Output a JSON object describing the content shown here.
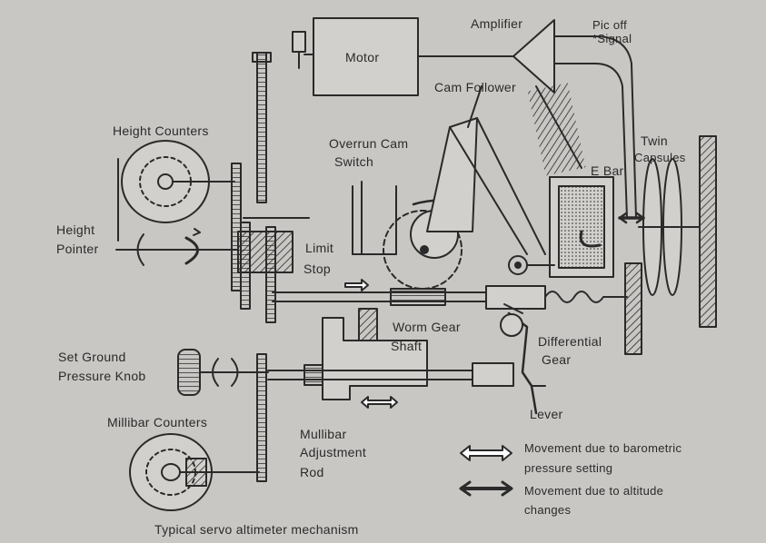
{
  "title": "Typical servo altimeter mechanism",
  "labels": {
    "amplifier": "Amplifier",
    "pickoff_line1": "Pic off",
    "pickoff_line2": "*Signal",
    "motor": "Motor",
    "cam_follower": "Cam Follower",
    "height_counters": "Height Counters",
    "overrun_line1": "Overrun Cam",
    "overrun_line2": "Switch",
    "twin_line1": "Twin",
    "twin_line2": "Capsules",
    "e_bar": "E Bar",
    "height_pointer_line1": "Height",
    "height_pointer_line2": "Pointer",
    "limit_line1": "Limit",
    "limit_line2": "Stop",
    "worm_gear": "Worm Gear",
    "shaft": "Shaft",
    "differential_line1": "Differential",
    "differential_line2": "Gear",
    "set_ground_line1": "Set Ground",
    "set_ground_line2": "Pressure Knob",
    "millibar_counters": "Millibar Counters",
    "lever": "Lever",
    "rod_line1": "Mullibar",
    "rod_line2": "Adjustment",
    "rod_line3": "Rod"
  },
  "legend": {
    "barometric_line1": "Movement due to barometric",
    "barometric_line2": "pressure setting",
    "altitude_line1": "Movement due to altitude",
    "altitude_line2": "changes"
  },
  "colors": {
    "background": "#c9c7c4",
    "ink": "#2a2a2a"
  }
}
